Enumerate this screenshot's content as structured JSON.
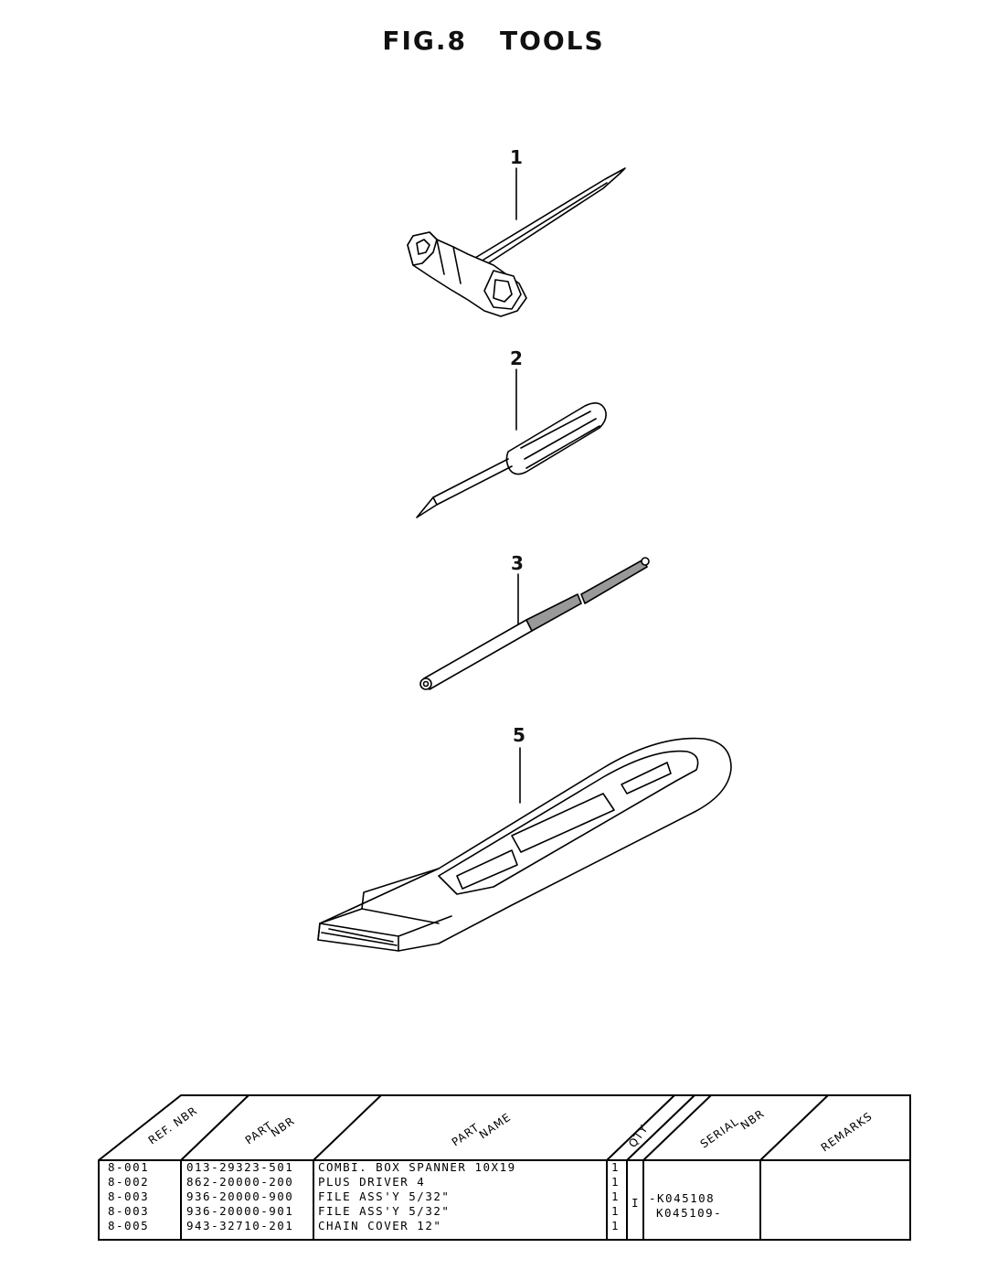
{
  "figure": {
    "number": "FIG.8",
    "title": "TOOLS"
  },
  "callouts": [
    "1",
    "2",
    "3",
    "5"
  ],
  "table": {
    "headers": {
      "ref_a": "REF.",
      "ref_b": "NBR",
      "part_a": "PART",
      "part_b": "NBR",
      "name_a": "PART",
      "name_b": "NAME",
      "qty": "QTY",
      "serial_a": "SERIAL",
      "serial_b": "NBR",
      "remarks": "REMARKS"
    },
    "rows": [
      {
        "ref": "8-001",
        "part": "013-29323-501",
        "name": "COMBI. BOX SPANNER 10X19",
        "qty": "1"
      },
      {
        "ref": "8-002",
        "part": "862-20000-200",
        "name": "PLUS DRIVER 4",
        "qty": "1"
      },
      {
        "ref": "8-003",
        "part": "936-20000-900",
        "name": "FILE ASS'Y 5/32\"",
        "qty": "1"
      },
      {
        "ref": "8-003",
        "part": "936-20000-901",
        "name": "FILE ASS'Y 5/32\"",
        "qty": "1"
      },
      {
        "ref": "8-005",
        "part": "943-32710-201",
        "name": "CHAIN COVER 12\"",
        "qty": "1"
      }
    ],
    "group_marker": "I",
    "serial_1": "-K045108",
    "serial_2": "K045109-"
  }
}
